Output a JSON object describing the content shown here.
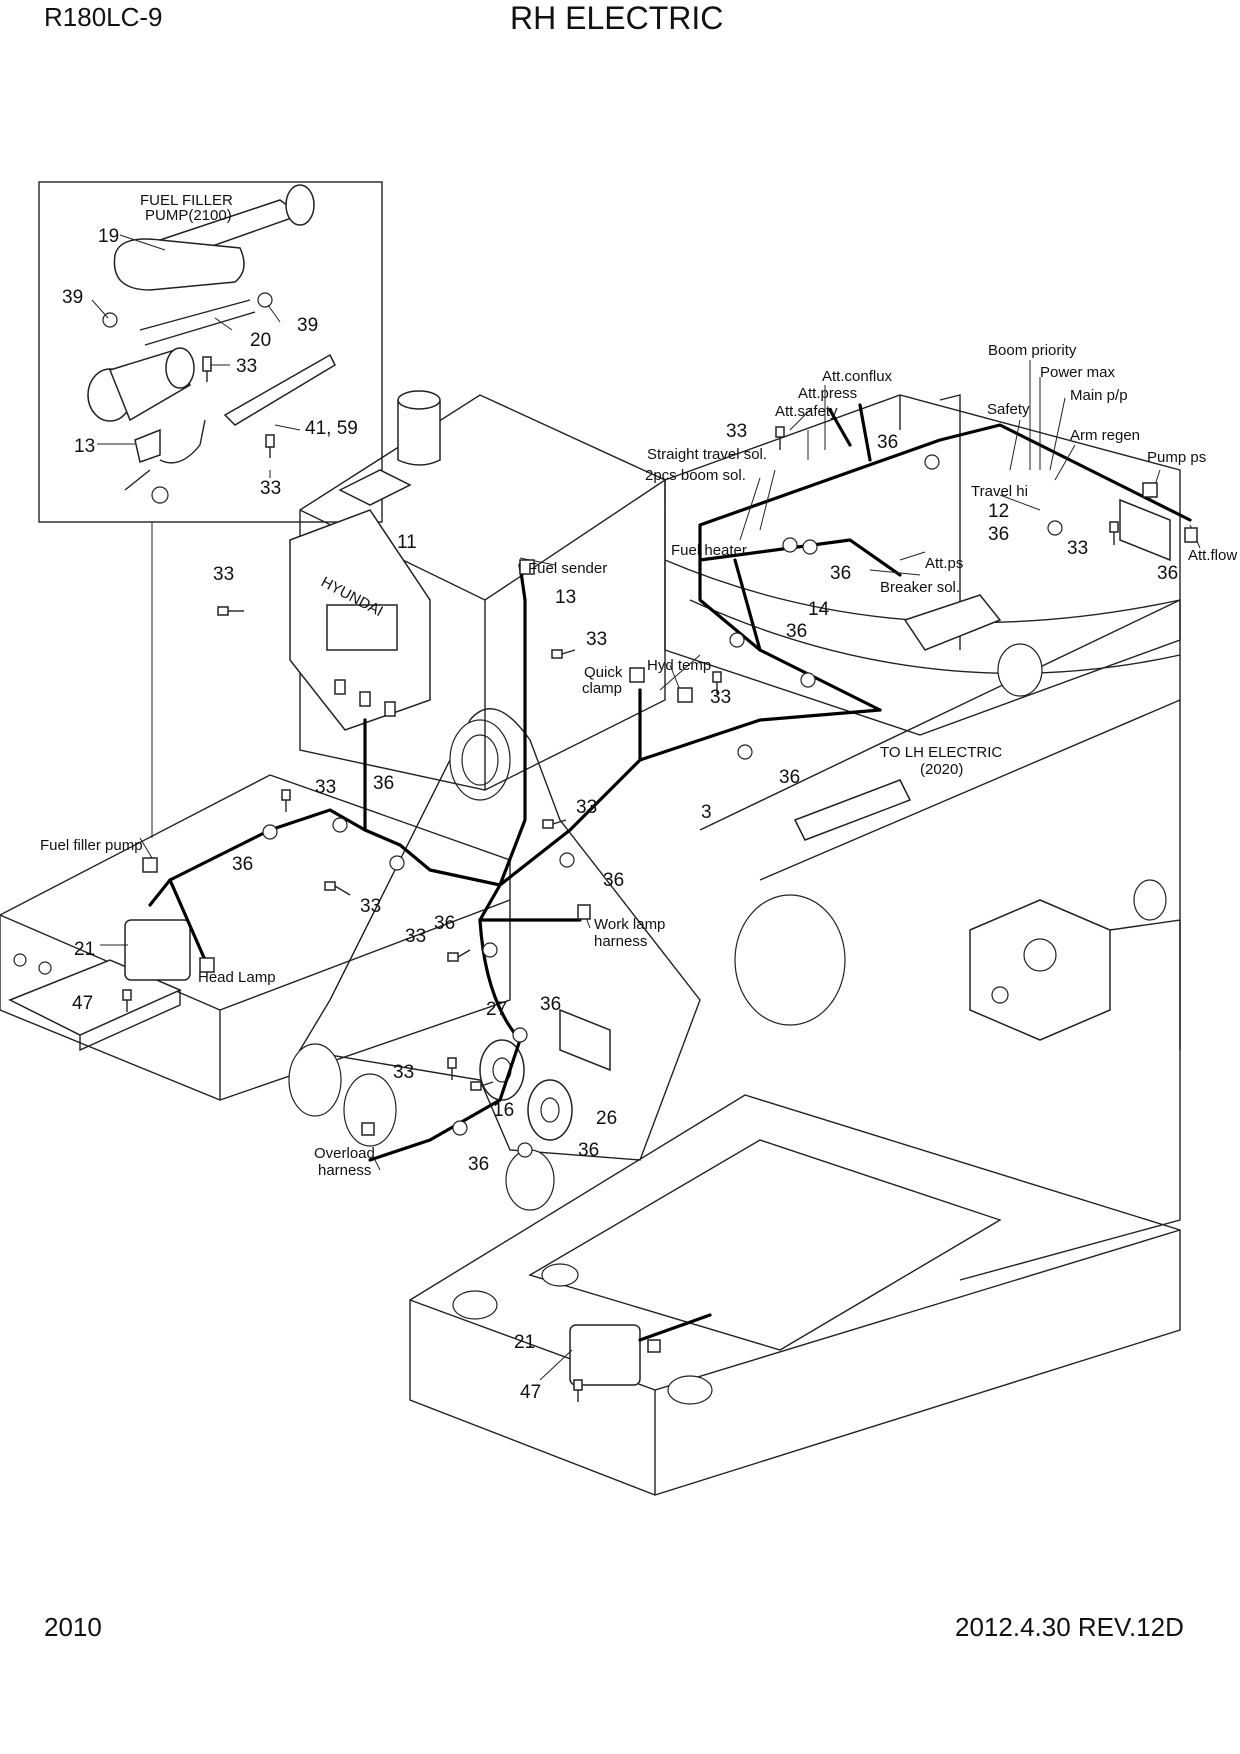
{
  "header": {
    "model": "R180LC-9",
    "title": "RH ELECTRIC"
  },
  "footer": {
    "page": "2010",
    "revision": "2012.4.30  REV.12D"
  },
  "inset": {
    "title_line1": "FUEL FILLER",
    "title_line2": "PUMP(2100)",
    "callouts": [
      "19",
      "39",
      "20",
      "39",
      "33",
      "41, 59",
      "13",
      "33"
    ]
  },
  "labels": {
    "boom_priority": "Boom priority",
    "power_max": "Power max",
    "main_pp": "Main p/p",
    "att_conflux": "Att.conflux",
    "att_press": "Att.press",
    "att_safety": "Att.safety",
    "safety": "Safety",
    "arm_regen": "Arm regen",
    "pump_ps": "Pump ps",
    "straight_travel_sol": "Straight travel sol.",
    "boom_sol_2pcs": "2pcs boom sol.",
    "travel_hi": "Travel hi",
    "fuel_heater": "Fuel heater",
    "att_ps": "Att.ps",
    "breaker_sol": "Breaker sol.",
    "att_flow": "Att.flow",
    "fuel_sender": "Fuel sender",
    "quick": "Quick",
    "clamp": "clamp",
    "hyd_temp": "Hyd temp",
    "to_lh_electric": "TO LH ELECTRIC",
    "to_lh_electric_ref": "(2020)",
    "fuel_filler_pump": "Fuel filler pump",
    "head_lamp": "Head Lamp",
    "work_lamp": "Work lamp",
    "harness_1": "harness",
    "overload": "Overload",
    "harness_2": "harness",
    "hyundai": "HYUNDAI"
  },
  "callouts": {
    "c33_top": "33",
    "c36_top": "36",
    "c12": "12",
    "c36_tr": "36",
    "c33_tr": "33",
    "c36_attflow": "36",
    "c36_mid": "36",
    "c14": "14",
    "c36_b": "36",
    "c11": "11",
    "c33_left": "33",
    "c13": "13",
    "c33_fs": "33",
    "c33_hyd": "33",
    "c36_hyd": "36",
    "c33_lb": "33",
    "c36_lb": "36",
    "c3": "3",
    "c33_m": "33",
    "c36_m": "36",
    "c36_ff": "36",
    "c33_ff": "33",
    "c33_wl": "33",
    "c36_wl": "36",
    "c21_a": "21",
    "c47_a": "47",
    "c27": "27",
    "c36_h": "36",
    "c33_h": "33",
    "c16": "16",
    "c26": "26",
    "c36_h2": "36",
    "c36_h3": "36",
    "c21_b": "21",
    "c47_b": "47"
  }
}
